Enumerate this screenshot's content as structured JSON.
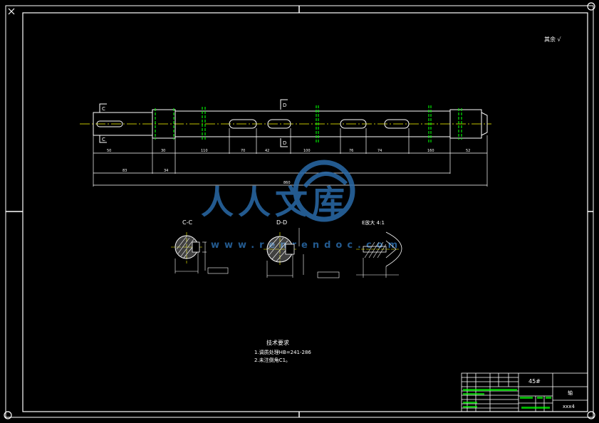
{
  "sheet": {
    "corner_note": "其余 √",
    "material": "45#",
    "drawing_number": "xxx4",
    "part_mark": "轴"
  },
  "sections": {
    "c_label": "C-C",
    "d_label": "D-D",
    "e_label": "E放大 4:1"
  },
  "shaft": {
    "section_marks": [
      "C",
      "C",
      "D",
      "D"
    ],
    "overall_dim": "860"
  },
  "tech_requirements": {
    "title": "技术要求",
    "line1": "1.调质处理HB=241-286",
    "line2": "2.未注倒角C1。"
  },
  "watermark": {
    "cn_text": "人人文库",
    "url_text": "www.renrendoc.com"
  },
  "colors": {
    "outline": "#ffffff",
    "centerline": "#ffff00",
    "axis_green": "#00ff00",
    "dimension": "#00ffff",
    "hatch": "#ffffff",
    "watermark": "#2a6aa8"
  }
}
